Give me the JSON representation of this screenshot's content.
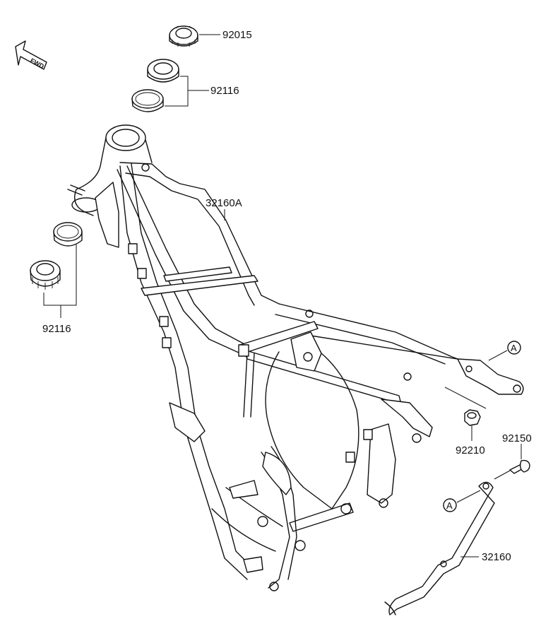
{
  "diagram": {
    "fwd_label": "FWD",
    "parts": [
      {
        "id": "p92015",
        "number": "92015"
      },
      {
        "id": "p92116a",
        "number": "92116"
      },
      {
        "id": "p32160A",
        "number": "32160A"
      },
      {
        "id": "p92116b",
        "number": "92116"
      },
      {
        "id": "p92210",
        "number": "92210"
      },
      {
        "id": "p92150",
        "number": "92150"
      },
      {
        "id": "p32160",
        "number": "32160"
      }
    ],
    "callout_letter": "A",
    "colors": {
      "ink": "#111111",
      "background": "#ffffff"
    }
  }
}
